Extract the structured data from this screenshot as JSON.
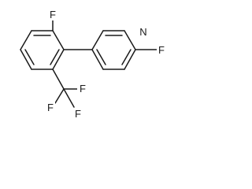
{
  "molecule": {
    "atoms": {
      "f_top": "F",
      "n_pyridine": "N",
      "f_pyridine": "F",
      "f_cf3_top": "F",
      "f_cf3_left": "F",
      "f_cf3_bottom": "F"
    }
  }
}
